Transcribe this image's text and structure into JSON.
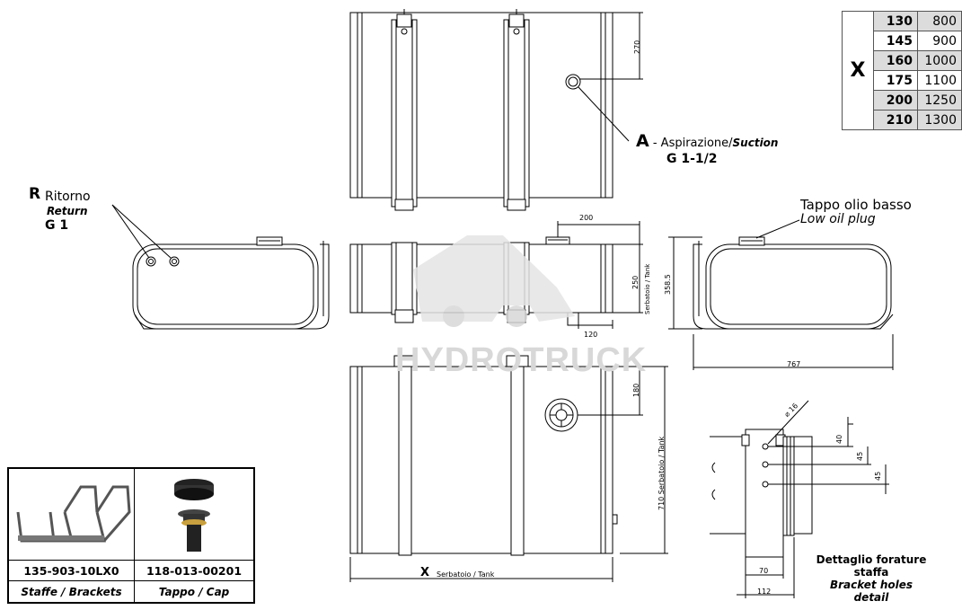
{
  "labels": {
    "return_letter": "R",
    "return_it": "Ritorno",
    "return_en": "Return",
    "return_thread": "G 1",
    "suction_letter": "A",
    "suction_it": " - Aspirazione/",
    "suction_en": "Suction",
    "suction_thread": "G 1-1/2",
    "plug_it": "Tappo olio basso",
    "plug_en": "Low oil plug",
    "detail_it_1": "Dettaglio forature",
    "detail_it_2": "staffa",
    "detail_en_1": "Bracket holes",
    "detail_en_2": "detail",
    "tank_x": "X",
    "tank_x_sub": "Serbatoio / Tank",
    "tank_250_sub": "Serbatoio / Tank",
    "tank_710": "710 Serbatoio / Tank",
    "watermark": "HYDROTRUCK"
  },
  "dimensions": {
    "d270": "270",
    "d200": "200",
    "d250": "250",
    "d120": "120",
    "d358": "358.5",
    "d767": "767",
    "d180": "180",
    "d16": "16",
    "d40": "40",
    "d45a": "45",
    "d45b": "45",
    "d70": "70",
    "d112": "112"
  },
  "x_table": {
    "header": "X",
    "rows": [
      {
        "x": "130",
        "length": "800"
      },
      {
        "x": "145",
        "length": "900"
      },
      {
        "x": "160",
        "length": "1000"
      },
      {
        "x": "175",
        "length": "1100"
      },
      {
        "x": "200",
        "length": "1250"
      },
      {
        "x": "210",
        "length": "1300"
      }
    ]
  },
  "parts": [
    {
      "code": "135-903-10LX0",
      "caption": "Staffe / Brackets"
    },
    {
      "code": "118-013-00201",
      "caption": "Tappo / Cap"
    }
  ]
}
